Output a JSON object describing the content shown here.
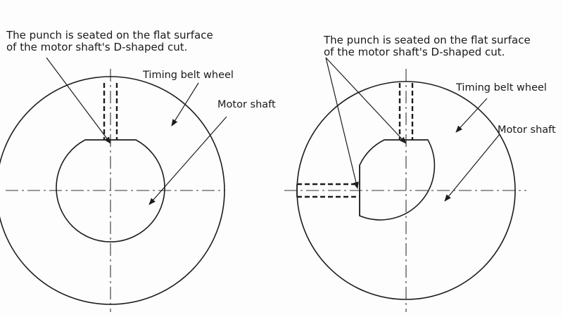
{
  "left_figure": {
    "punch_label_line1": "The punch is seated on the flat surface",
    "punch_label_line2": "of the motor shaft's D-shaped cut.",
    "wheel_label": "Timing belt wheel",
    "shaft_label": "Motor shaft"
  },
  "right_figure": {
    "punch_label_line1": "The punch is seated on the flat surface",
    "punch_label_line2": "of the motor shaft's D-shaped cut.",
    "wheel_label": "Timing belt wheel",
    "shaft_label": "Motor shaft"
  },
  "colors": {
    "line": "#1c1c1c",
    "background": "#fdfdfd"
  }
}
